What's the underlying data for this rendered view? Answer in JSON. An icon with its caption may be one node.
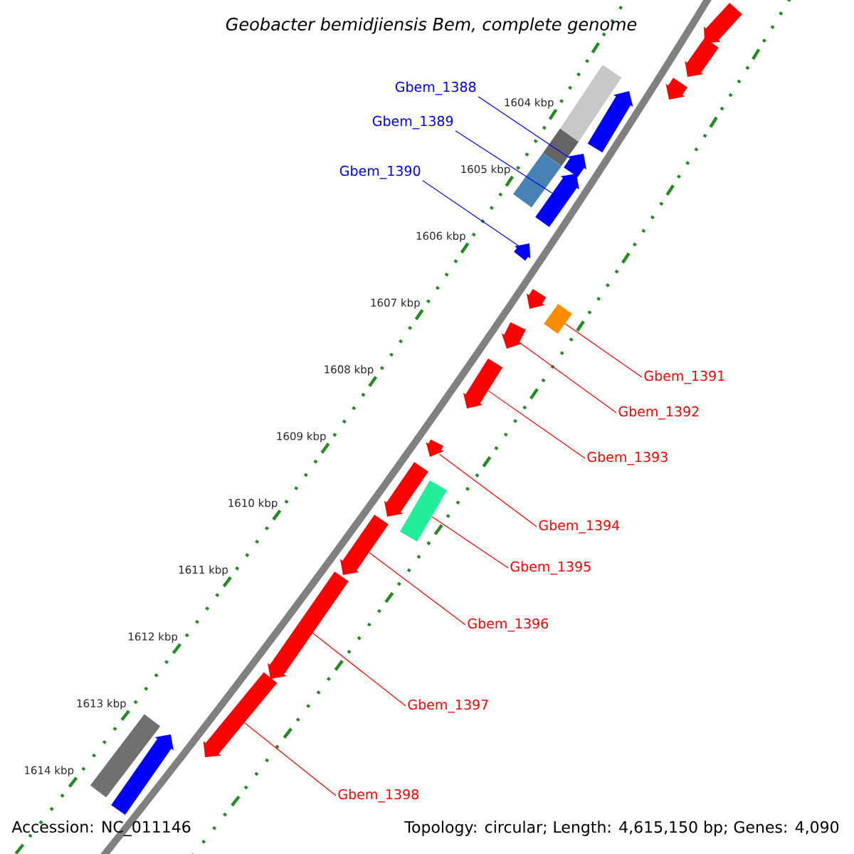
{
  "diagram": {
    "title": "Geobacter bemidjiensis Bem, complete genome",
    "nodes": [
      {
        "text": [
          "Gbem_1388"
        ]
      },
      {
        "text": [
          "Gbem_1389"
        ]
      },
      {
        "text": [
          "Gbem_1390"
        ]
      },
      {
        "text": [
          "Gbem_1391"
        ]
      },
      {
        "text": [
          "Gbem_1392"
        ]
      },
      {
        "text": [
          "Gbem_1393"
        ]
      },
      {
        "text": [
          "Gbem_1394"
        ]
      },
      {
        "text": [
          "Gbem_1395"
        ]
      },
      {
        "text": [
          "Gbem_1396"
        ]
      },
      {
        "text": [
          "Gbem_1397"
        ]
      },
      {
        "text": [
          "Gbem_1398"
        ]
      },
      {
        "text": [],
        "shape": "arrow"
      },
      {
        "text": [],
        "shape": "arrow"
      },
      {
        "text": [],
        "shape": "arrow"
      },
      {
        "text": [],
        "shape": "bar"
      },
      {
        "text": [],
        "shape": "arrow"
      },
      {
        "text": [],
        "shape": "bar"
      },
      {
        "text": [],
        "shape": "arrow"
      },
      {
        "text": [],
        "shape": "bar"
      },
      {
        "text": [],
        "shape": "arrow"
      },
      {
        "text": [],
        "shape": "arrow"
      },
      {
        "text": [],
        "shape": "arrow"
      },
      {
        "text": [],
        "shape": "bar"
      },
      {
        "text": [],
        "shape": "arrow"
      },
      {
        "text": [],
        "shape": "arrow"
      },
      {
        "text": [],
        "shape": "arrow"
      },
      {
        "text": [],
        "shape": "arrow"
      },
      {
        "text": [],
        "shape": "bar"
      },
      {
        "text": [],
        "shape": "arrow"
      },
      {
        "text": [],
        "shape": "arrow"
      },
      {
        "text": [],
        "shape": "arrow"
      },
      {
        "text": [],
        "shape": "bar"
      },
      {
        "text": [],
        "shape": "arrow"
      }
    ],
    "edges": [
      {
        "from": 0,
        "to": 17,
        "arrow": "none",
        "color": "#0000ff"
      },
      {
        "from": 1,
        "to": 19,
        "arrow": "none",
        "color": "#0000ff"
      },
      {
        "from": 2,
        "to": 20,
        "arrow": "none",
        "color": "#0000ff"
      },
      {
        "from": 3,
        "to": 22,
        "arrow": "none"
      },
      {
        "from": 4,
        "to": 23,
        "arrow": "none"
      },
      {
        "from": 5,
        "to": 24,
        "arrow": "none"
      },
      {
        "from": 6,
        "to": 25,
        "arrow": "none"
      },
      {
        "from": 7,
        "to": 27,
        "arrow": "none"
      },
      {
        "from": 8,
        "to": 28,
        "arrow": "none"
      },
      {
        "from": 9,
        "to": 29,
        "arrow": "none"
      },
      {
        "from": 10,
        "to": 30,
        "arrow": "none"
      }
    ],
    "labels": [
      "1604 kbp",
      "1605 kbp",
      "1606 kbp",
      "1607 kbp",
      "1608 kbp",
      "1609 kbp",
      "1610 kbp",
      "1611 kbp",
      "1612 kbp",
      "1613 kbp",
      "1614 kbp",
      "Accession: NC_011146",
      "Topology: circular; Length: 4,615,150 bp; Genes: 4,090"
    ]
  }
}
